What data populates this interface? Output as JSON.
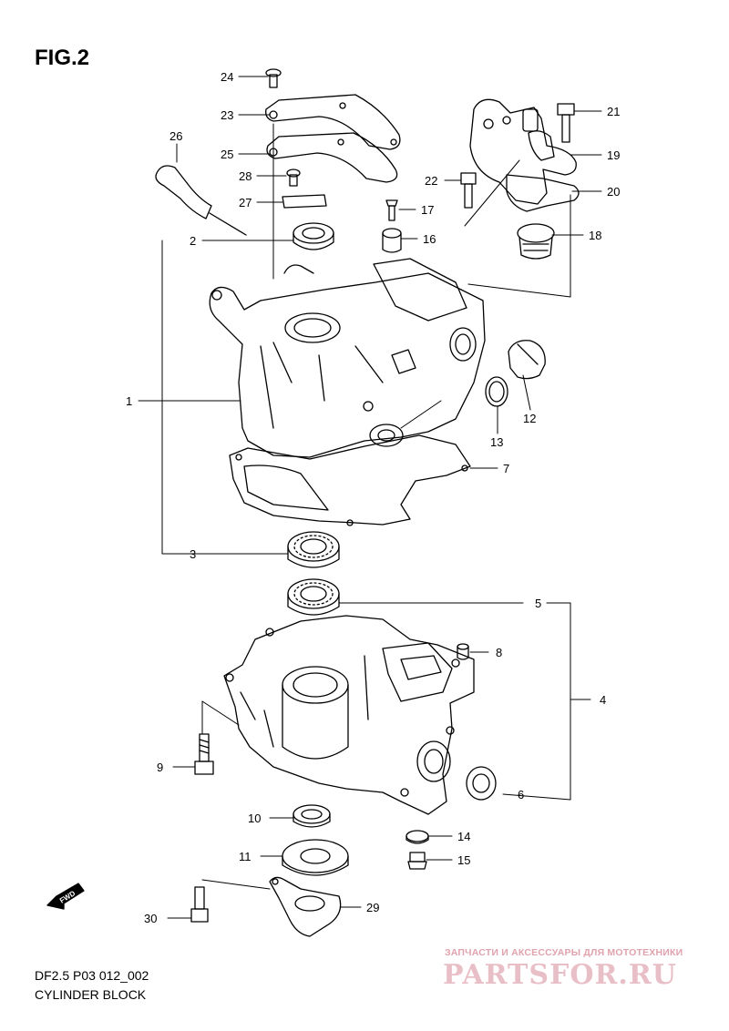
{
  "figure": {
    "title": "FIG.2",
    "model_code": "DF2.5 P03 012_002",
    "caption": "CYLINDER BLOCK"
  },
  "fwd_label": "FWD",
  "watermark": {
    "tagline": "ЗАПЧАСТИ И АКСЕССУАРЫ ДЛЯ МОТОТЕХНИКИ",
    "brand": "PARTSFOR.RU",
    "color": "#e9bfc7"
  },
  "callouts": [
    {
      "label": "24"
    },
    {
      "label": "23"
    },
    {
      "label": "25"
    },
    {
      "label": "26"
    },
    {
      "label": "28"
    },
    {
      "label": "27"
    },
    {
      "label": "2"
    },
    {
      "label": "1"
    },
    {
      "label": "3"
    },
    {
      "label": "21"
    },
    {
      "label": "19"
    },
    {
      "label": "20"
    },
    {
      "label": "22"
    },
    {
      "label": "17"
    },
    {
      "label": "16"
    },
    {
      "label": "18"
    },
    {
      "label": "12"
    },
    {
      "label": "13"
    },
    {
      "label": "7"
    },
    {
      "label": "5"
    },
    {
      "label": "8"
    },
    {
      "label": "4"
    },
    {
      "label": "6"
    },
    {
      "label": "9"
    },
    {
      "label": "10"
    },
    {
      "label": "14"
    },
    {
      "label": "11"
    },
    {
      "label": "15"
    },
    {
      "label": "30"
    },
    {
      "label": "29"
    }
  ]
}
